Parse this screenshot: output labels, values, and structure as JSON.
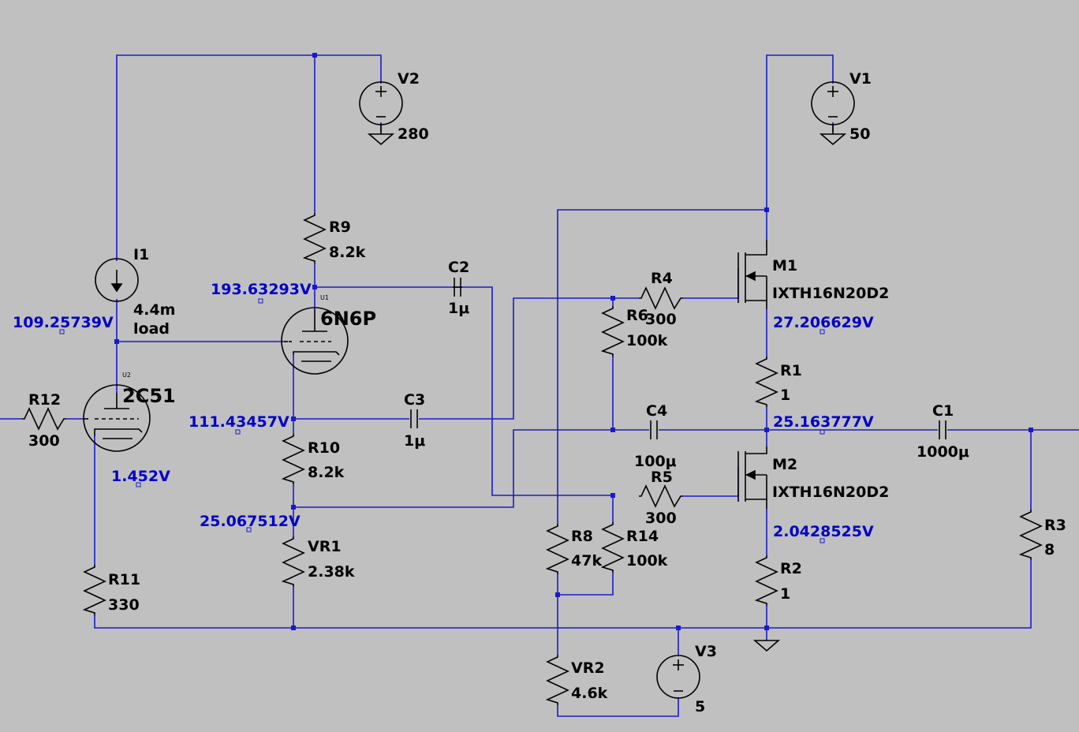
{
  "labels": {
    "V2": "V2",
    "V2_val": "280",
    "V1": "V1",
    "V1_val": "50",
    "V3": "V3",
    "V3_val": "5",
    "R9": "R9",
    "R9_val": "8.2k",
    "I1": "I1",
    "I1_val": "4.4m",
    "I1_val2": "load",
    "C2": "C2",
    "C2_val": "1μ",
    "C3": "C3",
    "C3_val": "1μ",
    "C4": "C4",
    "C4_val": "100μ",
    "C1": "C1",
    "C1_val": "1000μ",
    "U1": "U1",
    "U1_part": "6N6P",
    "U2": "U2",
    "U2_part": "2C51",
    "R12": "R12",
    "R12_val": "300",
    "R10": "R10",
    "R10_val": "8.2k",
    "VR1": "VR1",
    "VR1_val": "2.38k",
    "R11": "R11",
    "R11_val": "330",
    "R4": "R4",
    "R4_val": "300",
    "R6": "R6",
    "R6_val": "100k",
    "R5": "R5",
    "R5_val": "300",
    "R14": "R14",
    "R14_val": "100k",
    "R8": "R8",
    "R8_val": "47k",
    "VR2": "VR2",
    "VR2_val": "4.6k",
    "M1": "M1",
    "M1_part": "IXTH16N20D2",
    "M2": "M2",
    "M2_part": "IXTH16N20D2",
    "R1": "R1",
    "R1_val": "1",
    "R2": "R2",
    "R2_val": "1",
    "R3": "R3",
    "R3_val": "8"
  },
  "voltages": {
    "n1": "193.63293V",
    "n2": "109.25739V",
    "n3": "111.43457V",
    "n4": "1.452V",
    "n5": "25.067512V",
    "n6": "27.206629V",
    "n7": "25.163777V",
    "n8": "2.0428525V"
  },
  "colors": {
    "background": "#c0c0c0",
    "wire": "#1a1acc",
    "voltage_text": "#0000c8",
    "component": "#000000"
  }
}
